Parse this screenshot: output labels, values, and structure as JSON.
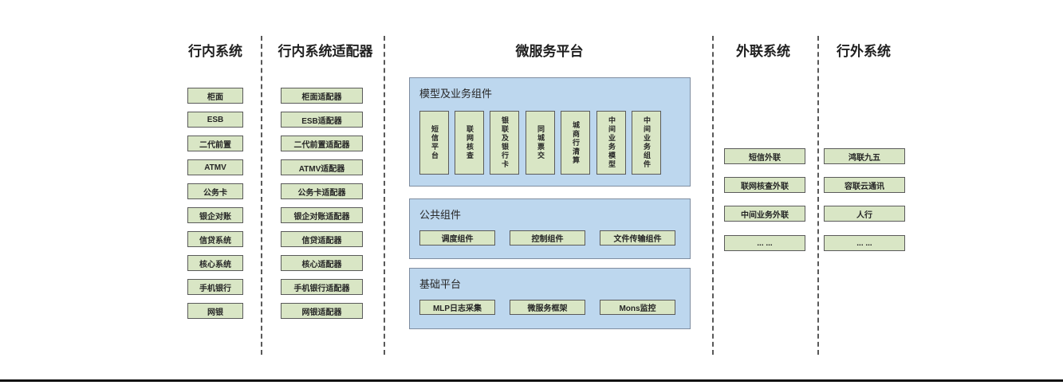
{
  "diagram": {
    "col_internal": {
      "title": "行内系统",
      "items": [
        "柜面",
        "ESB",
        "二代前置",
        "ATMV",
        "公务卡",
        "银企对账",
        "信贷系统",
        "核心系统",
        "手机银行",
        "网银"
      ]
    },
    "col_adapters": {
      "title": "行内系统适配器",
      "items": [
        "柜面适配器",
        "ESB适配器",
        "二代前置适配器",
        "ATMV适配器",
        "公务卡适配器",
        "银企对账适配器",
        "信贷适配器",
        "核心适配器",
        "手机银行适配器",
        "网银适配器"
      ]
    },
    "col_platform": {
      "title": "微服务平台",
      "model_section": {
        "label": "模型及业务组件",
        "items": [
          "短信平台",
          "联网核查",
          "银联及银行卡",
          "同城票交",
          "城商行清算",
          "中间业务模型",
          "中间业务组件"
        ]
      },
      "common_section": {
        "label": "公共组件",
        "items": [
          "调度组件",
          "控制组件",
          "文件传输组件"
        ]
      },
      "base_section": {
        "label": "基础平台",
        "items": [
          "MLP日志采集",
          "微服务框架",
          "Mons监控"
        ]
      }
    },
    "col_external_link": {
      "title": "外联系统",
      "items": [
        "短信外联",
        "联网核查外联",
        "中间业务外联",
        "... ..."
      ]
    },
    "col_outside": {
      "title": "行外系统",
      "items": [
        "鸿联九五",
        "容联云通讯",
        "人行",
        "... ..."
      ]
    },
    "colors": {
      "node_fill": "#d9e6c5",
      "node_border": "#5a5a5a",
      "panel_fill": "#bdd7ee",
      "panel_border": "#7f8da0",
      "divider": "#595959"
    }
  }
}
